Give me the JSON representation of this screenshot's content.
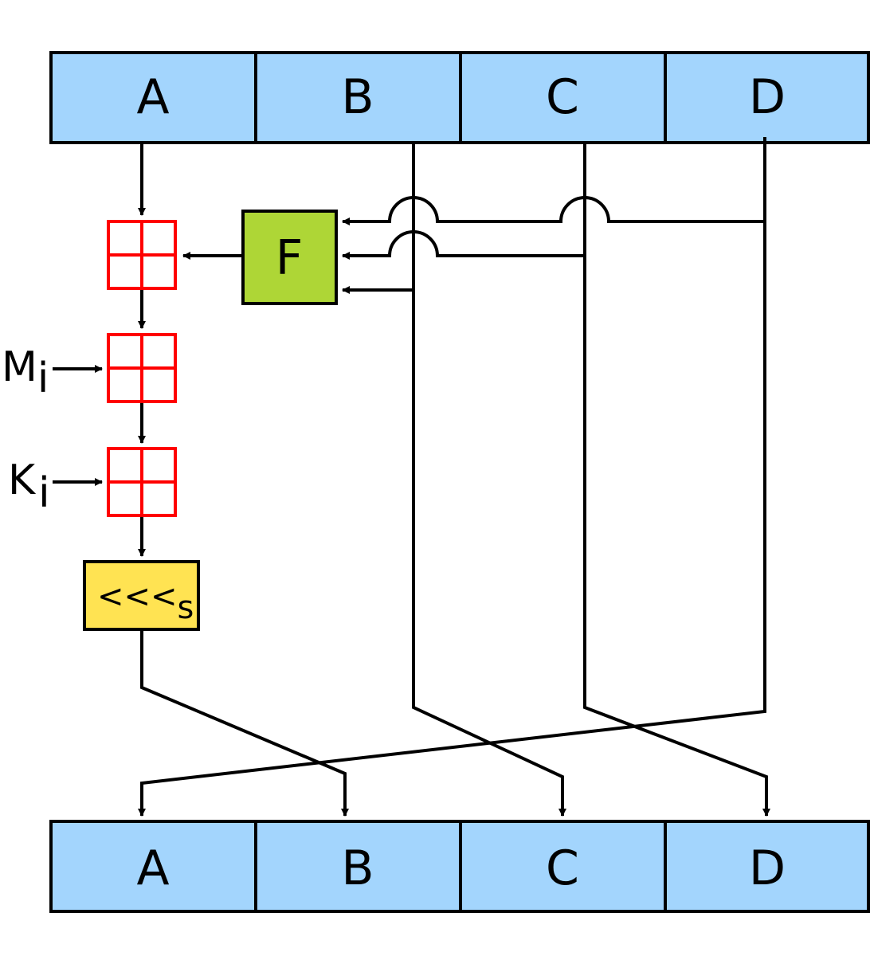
{
  "input_registers": [
    "A",
    "B",
    "C",
    "D"
  ],
  "output_registers": [
    "A",
    "B",
    "C",
    "D"
  ],
  "function_box": {
    "label": "F",
    "color": "#aed636"
  },
  "rotate_box": {
    "label": "<<<",
    "subscript": "s",
    "color": "#ffe352"
  },
  "message_input": {
    "label": "M",
    "subscript": "i"
  },
  "constant_input": {
    "label": "K",
    "subscript": "i"
  },
  "colors": {
    "register_fill": "#a3d5fd",
    "adder_stroke": "#ff0000",
    "line": "#000000"
  }
}
